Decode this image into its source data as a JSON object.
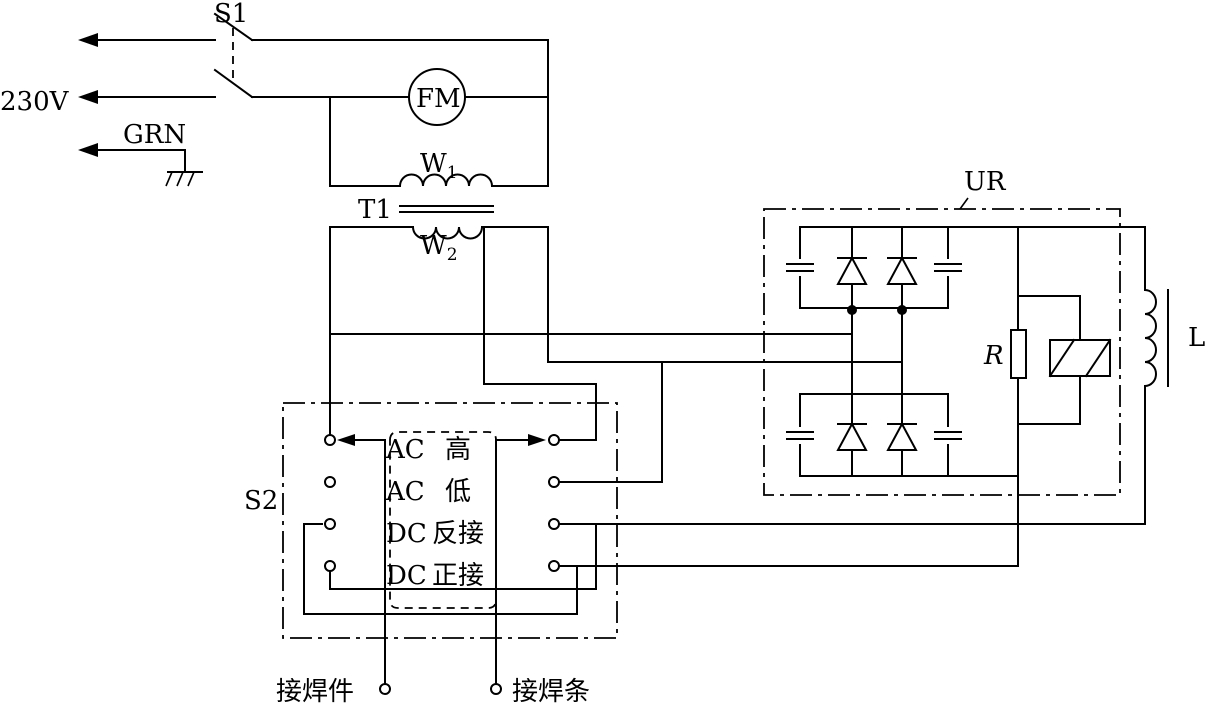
{
  "labels": {
    "s1": "S1",
    "voltage": "230V",
    "ground": "GRN",
    "fan_motor": "FM",
    "winding1": "W",
    "winding1_sub": "1",
    "transformer": "T1",
    "winding2": "W",
    "winding2_sub": "2",
    "rectifier": "UR",
    "resistor": "R",
    "inductor": "L",
    "switch2": "S2"
  },
  "switch_positions": [
    {
      "mode": "AC",
      "level": "高"
    },
    {
      "mode": "AC",
      "level": "低"
    },
    {
      "mode": "DC",
      "level": "反接"
    },
    {
      "mode": "DC",
      "level": "正接"
    }
  ],
  "outputs": {
    "workpiece": "接焊件",
    "electrode": "接焊条"
  }
}
